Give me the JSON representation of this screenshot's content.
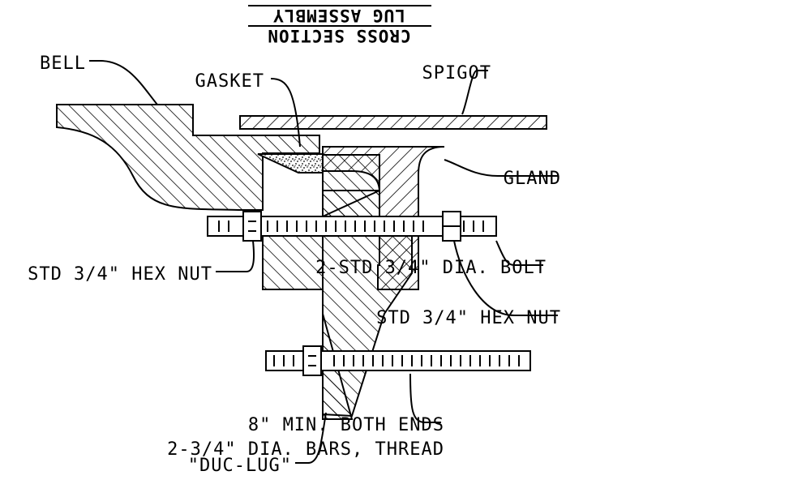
{
  "title": {
    "line1": "CROSS SECTION",
    "line2": "LUG ASSEMBLY"
  },
  "labels": {
    "bell": "BELL",
    "gasket": "GASKET",
    "spigot": "SPIGOT",
    "gland": "GLAND",
    "bolt": "2-STD 3/4\" DIA. BOLT",
    "hex_nut_left": "STD 3/4\" HEX NUT",
    "hex_nut_right": "STD 3/4\" HEX NUT",
    "bars_line1": "2-3/4\" DIA. BARS, THREAD",
    "bars_line2": "8\" MIN. BOTH ENDS",
    "duc_lug": "\"DUC-LUG\""
  },
  "colors": {
    "ink": "#000000",
    "background": "#ffffff"
  }
}
